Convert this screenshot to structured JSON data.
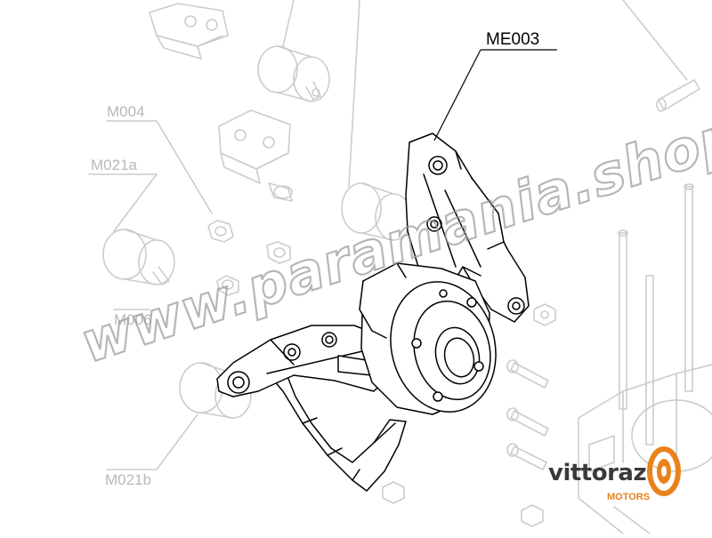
{
  "callouts": {
    "active": "ME003",
    "faded": [
      "M004",
      "M021a",
      "M006",
      "M021b"
    ]
  },
  "watermark": {
    "text": "www.paramania.shop"
  },
  "brand": {
    "name": "vittorazi",
    "sub": "MOTORS"
  },
  "colors": {
    "line_active": "#000000",
    "line_faded": "#c8c8c8",
    "watermark": "#9a9a9a",
    "brand_orange": "#e8831b"
  }
}
